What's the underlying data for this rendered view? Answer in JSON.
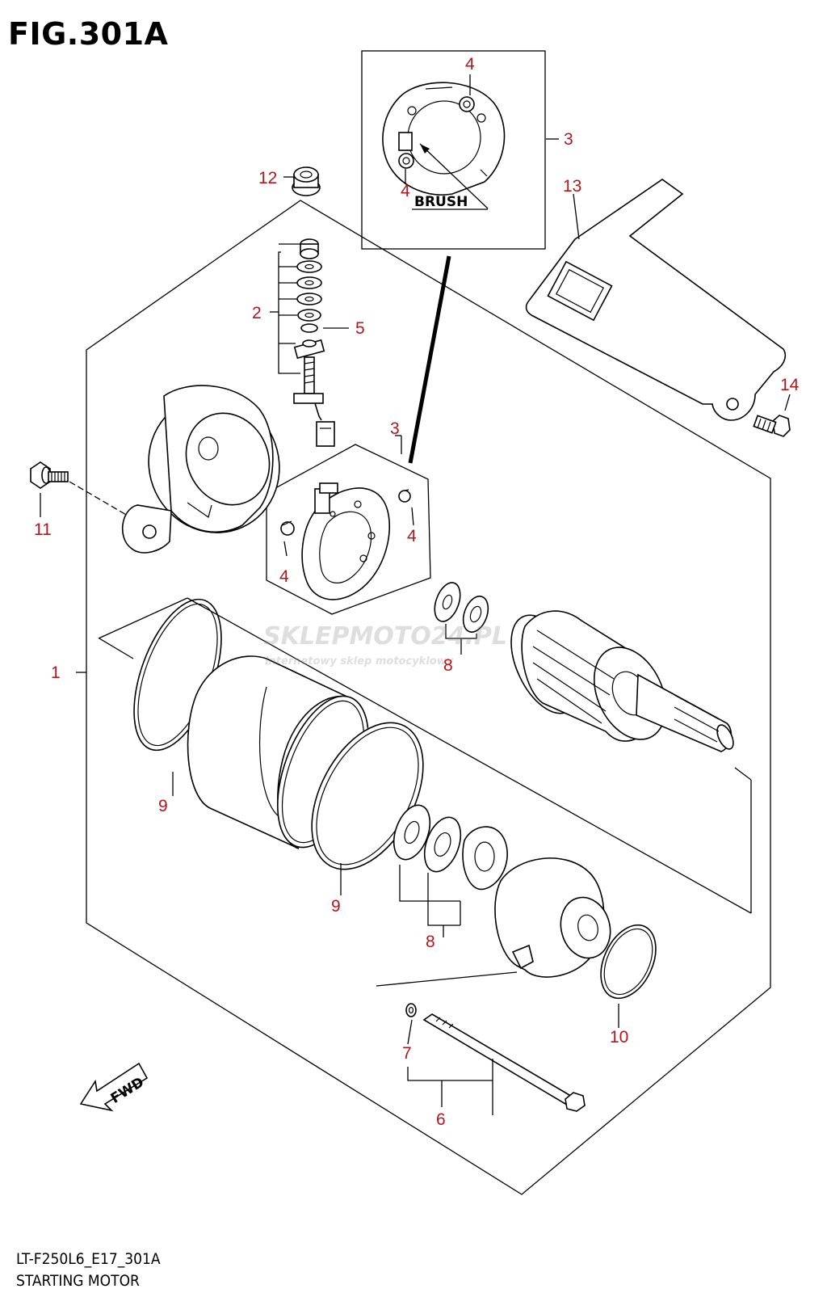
{
  "figure": {
    "title": "FIG.301A",
    "code": "LT-F250L6_E17_301A",
    "description": "STARTING MOTOR"
  },
  "callouts": {
    "c1": "1",
    "c2": "2",
    "c3a": "3",
    "c3b": "3",
    "c4a": "4",
    "c4b": "4",
    "c4c": "4",
    "c4d": "4",
    "c5": "5",
    "c6": "6",
    "c7": "7",
    "c8a": "8",
    "c8b": "8",
    "c9a": "9",
    "c9b": "9",
    "c10": "10",
    "c11": "11",
    "c12": "12",
    "c13": "13",
    "c14": "14"
  },
  "labels": {
    "brush": "BRUSH",
    "fwd": "FWD"
  },
  "watermark": {
    "brand": "SKLEPMOTO24.PL",
    "tagline": "internetowy sklep motocyklowy"
  },
  "colors": {
    "callout": "#b3171b",
    "line": "#000000"
  }
}
